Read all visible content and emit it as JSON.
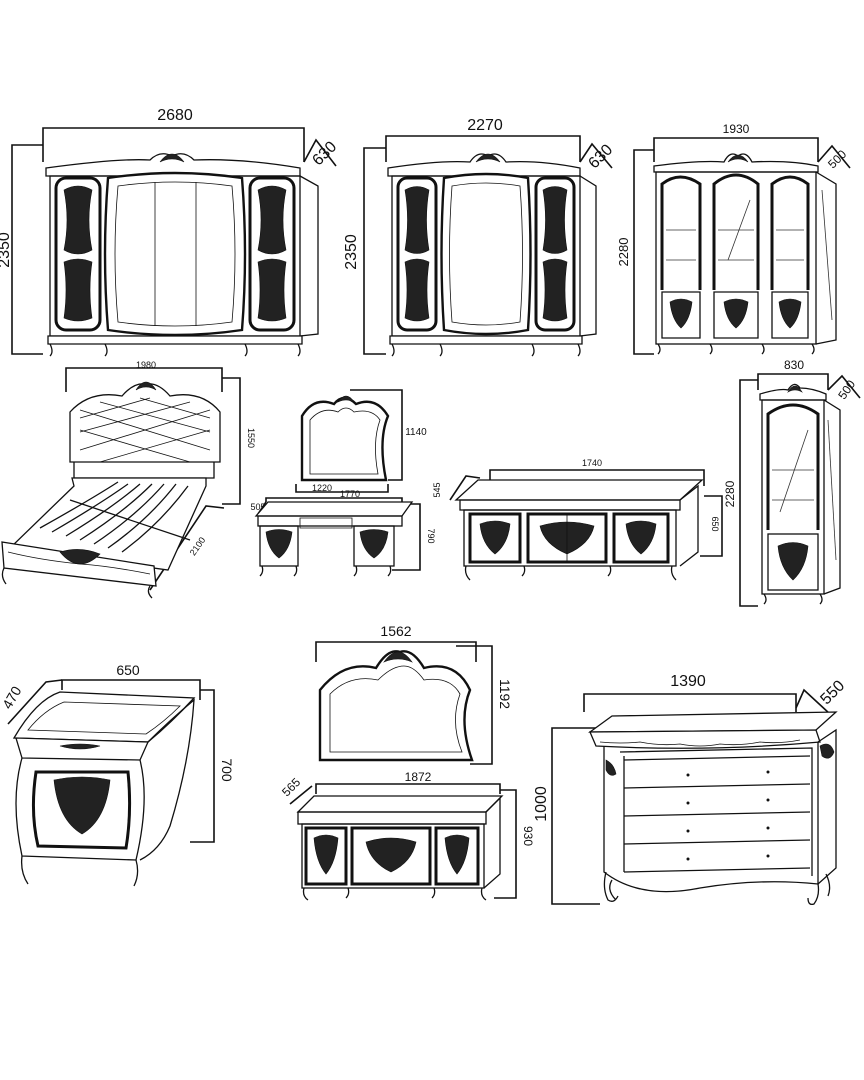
{
  "wardrobe_6door": {
    "width": "2680",
    "height": "2350",
    "depth": "630"
  },
  "wardrobe_5door": {
    "width": "2270",
    "height": "2350",
    "depth": "630"
  },
  "showcase_3door": {
    "width": "1930",
    "height": "2280",
    "depth": "500"
  },
  "bed": {
    "width": "1980",
    "height": "1550",
    "length": "2100"
  },
  "dressing_table_mirror": {
    "width": "1220",
    "height": "1140"
  },
  "dressing_table": {
    "width": "1770",
    "height": "790",
    "depth": "505"
  },
  "tv_stand": {
    "width": "1740",
    "height": "650",
    "depth": "545"
  },
  "showcase_1door": {
    "width": "830",
    "height": "2280",
    "depth": "500"
  },
  "nightstand": {
    "width": "650",
    "height": "700",
    "depth": "470"
  },
  "buffet_mirror": {
    "width": "1562",
    "height": "1192"
  },
  "buffet": {
    "width": "1872",
    "height": "930",
    "depth": "565"
  },
  "chest_of_drawers": {
    "width": "1390",
    "height": "1000",
    "depth": "550"
  }
}
